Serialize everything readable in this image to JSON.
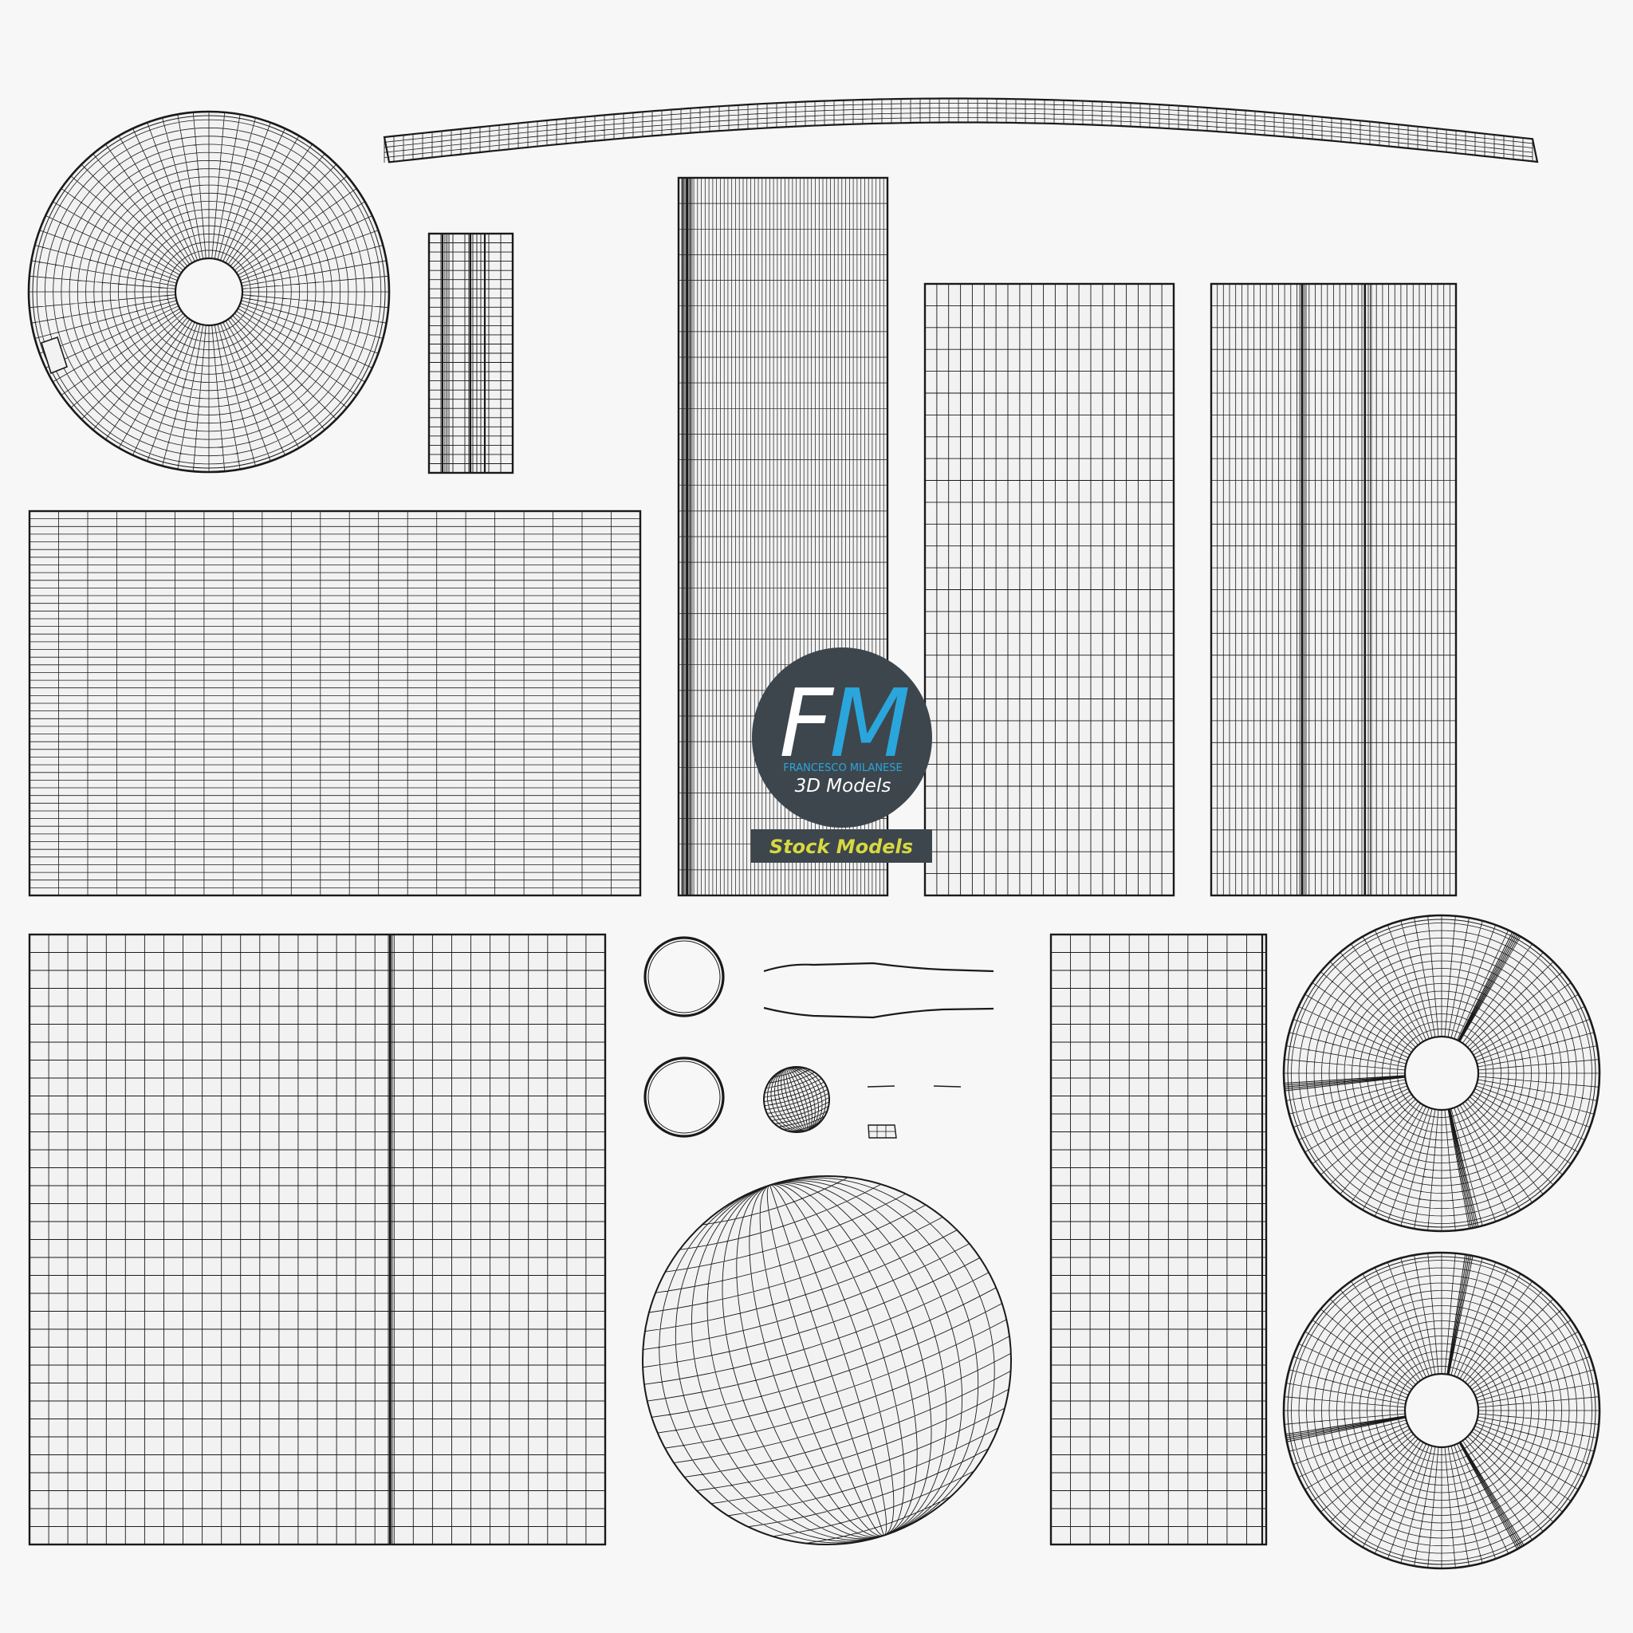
{
  "colors": {
    "background": "#f7f7f7",
    "panel_fill": "#f2f2f2",
    "wire": "#1a1a1a",
    "logo_circle": "#3d464d",
    "logo_F": "#ffffff",
    "logo_M": "#2aa6dc",
    "logo_subtitle": "#2aa6dc",
    "logo_tagline": "#ffffff",
    "badge_bg": "#3d464d",
    "badge_text": "#d8d840"
  },
  "logo": {
    "letter_f": "F",
    "letter_m": "M",
    "subtitle": "FRANCESCO MILANESE",
    "tagline": "3D Models"
  },
  "badge": {
    "text": "Stock Models"
  },
  "uv_islands": [
    {
      "kind": "disc",
      "name": "uv-disc-top-left"
    },
    {
      "kind": "bent-strip",
      "name": "uv-curved-strip"
    },
    {
      "kind": "grid",
      "name": "uv-small-strip"
    },
    {
      "kind": "grid",
      "name": "uv-tall-dense-panel"
    },
    {
      "kind": "grid",
      "name": "uv-tall-panel-middle"
    },
    {
      "kind": "grid",
      "name": "uv-tall-panel-right"
    },
    {
      "kind": "grid",
      "name": "uv-wide-panel-left"
    },
    {
      "kind": "grid",
      "name": "uv-large-panel-bottom-left"
    },
    {
      "kind": "grid",
      "name": "uv-panel-bottom-right"
    },
    {
      "kind": "ring",
      "name": "uv-ring-small"
    },
    {
      "kind": "ring",
      "name": "uv-ring-small-lower"
    },
    {
      "kind": "sphere",
      "name": "uv-small-sphere"
    },
    {
      "kind": "sphere",
      "name": "uv-large-sphere"
    },
    {
      "kind": "disc",
      "name": "uv-disc-right-upper"
    },
    {
      "kind": "disc",
      "name": "uv-disc-right-lower"
    },
    {
      "kind": "fragment",
      "name": "uv-curve-fragments"
    }
  ]
}
